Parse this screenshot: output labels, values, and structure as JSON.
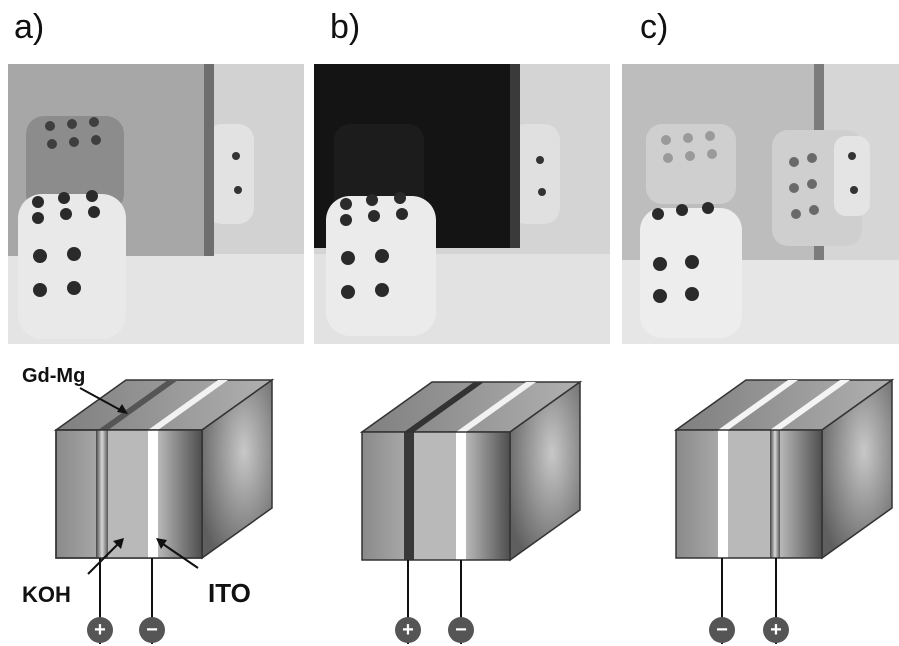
{
  "panels": [
    {
      "label": "a)",
      "photo": "dice-behind-switchable-mirror-reflective",
      "state": "mirror"
    },
    {
      "label": "b)",
      "photo": "dice-behind-switchable-mirror-dark",
      "state": "absorbing"
    },
    {
      "label": "c)",
      "photo": "dice-behind-switchable-mirror-transparent",
      "state": "transparent"
    }
  ],
  "annotations": {
    "gd_mg": "Gd-Mg",
    "koh": "KOH",
    "ito": "ITO"
  },
  "terminals": [
    {
      "left": "+",
      "right": "−"
    },
    {
      "left": "+",
      "right": "−"
    },
    {
      "left": "−",
      "right": "+"
    }
  ],
  "colors": {
    "face": "#a9a9a9",
    "top": "#9e9e9e",
    "side": "#7a7a7a",
    "electrolyte": "#b8b8b8",
    "dark_layer": "#3a3a3a",
    "white_layer": "#ffffff",
    "terminal": "#555555"
  }
}
